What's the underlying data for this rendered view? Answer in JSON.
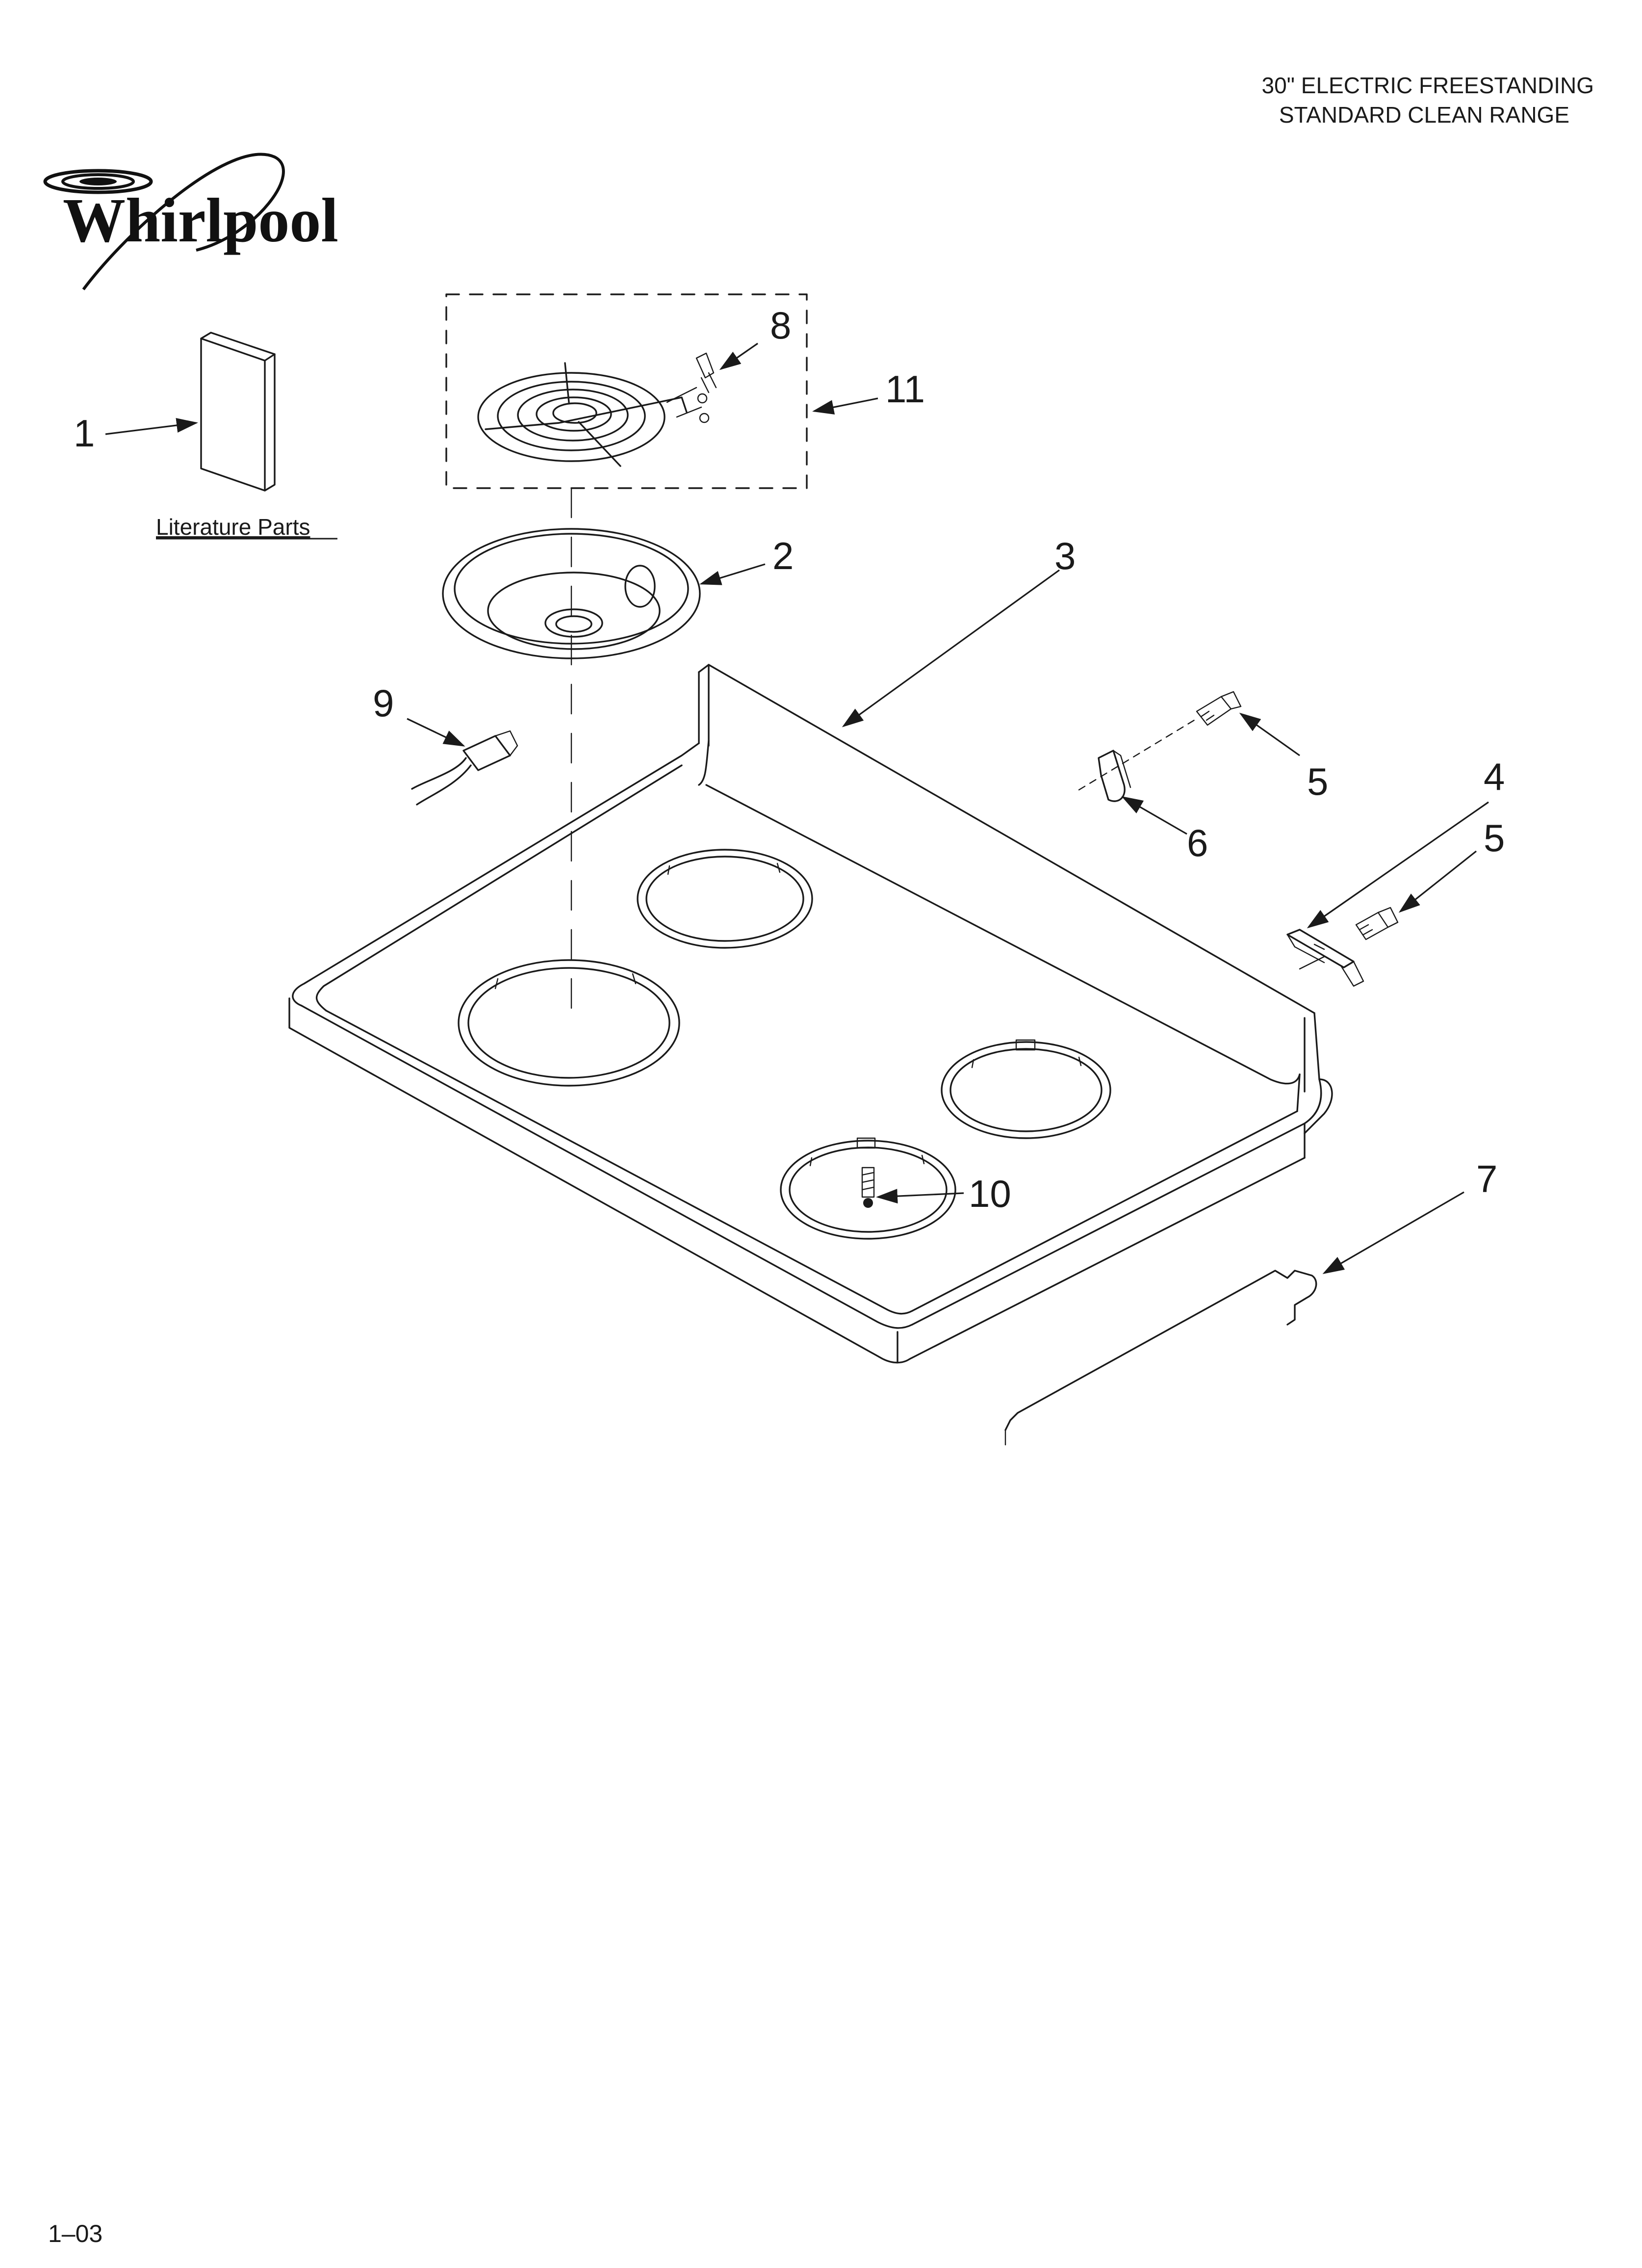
{
  "header": {
    "line1": "30\" ELECTRIC FREESTANDING",
    "line2": "STANDARD CLEAN RANGE"
  },
  "brand": {
    "name": "Whirlpool"
  },
  "literature": {
    "label": "Literature Parts"
  },
  "callouts": {
    "c1": "1",
    "c2": "2",
    "c3": "3",
    "c4": "4",
    "c5a": "5",
    "c5b": "5",
    "c6": "6",
    "c7": "7",
    "c8": "8",
    "c9": "9",
    "c10": "10",
    "c11": "11"
  },
  "footer": {
    "code": "1–03"
  }
}
